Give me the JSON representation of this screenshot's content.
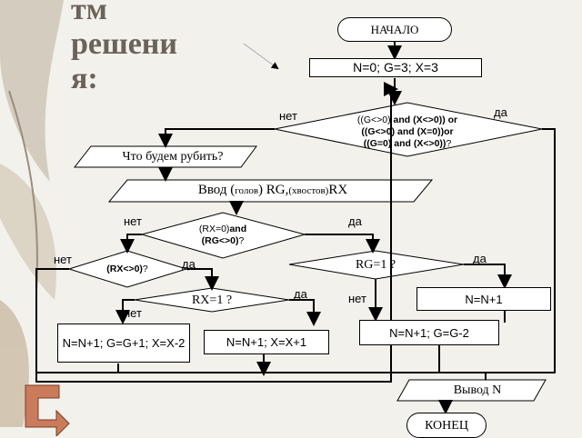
{
  "title": {
    "line1": "тм",
    "line2": "решени",
    "line3": "я:"
  },
  "nodes": {
    "start": "НАЧАЛО",
    "init": "N=0; G=3; X=3",
    "cond1": {
      "part1": "((G<>0)",
      "part2": "and (X<>0)) or",
      "line2": "((G<>0) and (X=0))or",
      "line3a": "((G=0) and (X<>0))",
      "line3b": "?"
    },
    "ask": "Что будем рубить?",
    "input": {
      "a": "Ввод (",
      "b": "голов",
      "c": ") RG,",
      "d": "(хвостов)",
      "e": "RX"
    },
    "cond2": {
      "line1a": "(RX=0)",
      "line1b": "and",
      "line2a": "(RG<>0)",
      "line2b": "?"
    },
    "cond3": {
      "a": "(RX<>0)",
      "b": "?"
    },
    "cond4": "RG=1  ?",
    "cond5": "RX=1  ?",
    "action_ng": "N=N+1; G=G+1; X=X-2",
    "action_nx": "N=N+1;  X=X+1",
    "action_n": "N=N+1",
    "action_ng2": "N=N+1; G=G-2",
    "output": "Вывод N",
    "end": "КОНЕЦ"
  },
  "labels": {
    "no1": "нет",
    "yes1": "да",
    "no2": "нет",
    "yes2": "да",
    "no3": "нет",
    "yes3": "да",
    "yes4": "да",
    "yes5": "да",
    "no4": "нет",
    "no5": "нет"
  }
}
